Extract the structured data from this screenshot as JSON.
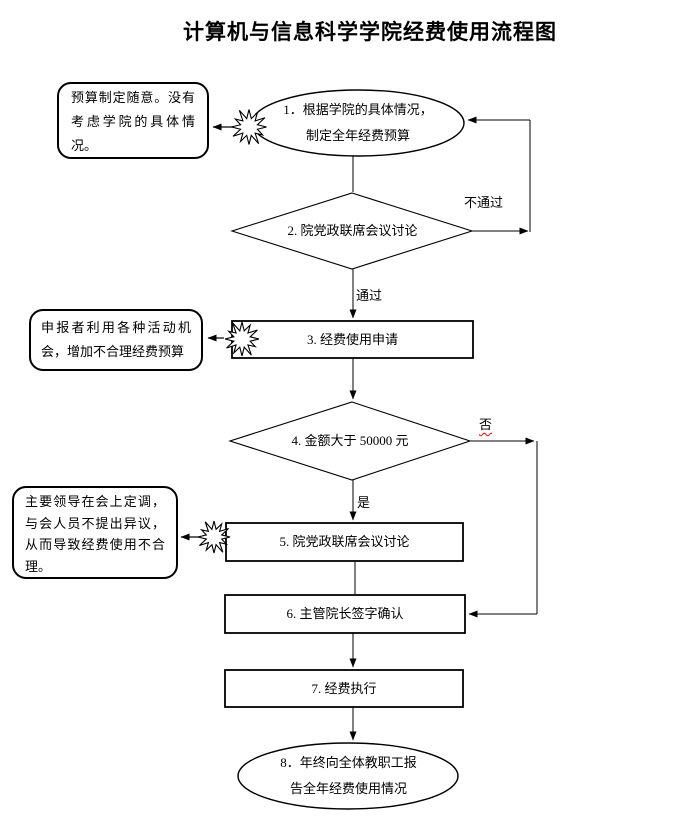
{
  "title": "计算机与信息科学学院经费使用流程图",
  "nodes": {
    "n1": {
      "type": "ellipse",
      "label": "1．根据学院的具体情况，制定全年经费预算"
    },
    "n2": {
      "type": "diamond",
      "label": "2. 院党政联席会议讨论"
    },
    "n3": {
      "type": "process",
      "label": "3. 经费使用申请"
    },
    "n4": {
      "type": "diamond",
      "label": "4. 金额大于 50000 元"
    },
    "n5": {
      "type": "process",
      "label": "5. 院党政联席会议讨论"
    },
    "n6": {
      "type": "process",
      "label": "6. 主管院长签字确认"
    },
    "n7": {
      "type": "process",
      "label": "7. 经费执行"
    },
    "n8": {
      "type": "ellipse",
      "label": "8．年终向全体教职工报告全年经费使用情况"
    }
  },
  "edges": [
    {
      "from": "n1",
      "to": "n2",
      "label": ""
    },
    {
      "from": "n2",
      "to": "n3",
      "label": "通过"
    },
    {
      "from": "n2",
      "to": "n1",
      "label": "不通过"
    },
    {
      "from": "n3",
      "to": "n4",
      "label": ""
    },
    {
      "from": "n4",
      "to": "n5",
      "label": "是"
    },
    {
      "from": "n4",
      "to": "n6",
      "label": "否"
    },
    {
      "from": "n5",
      "to": "n6",
      "label": ""
    },
    {
      "from": "n6",
      "to": "n7",
      "label": ""
    },
    {
      "from": "n7",
      "to": "n8",
      "label": ""
    }
  ],
  "callouts": [
    {
      "text": "预算制定随意。没有考虑学院的具体情况。",
      "points_to": "n1"
    },
    {
      "text": "申报者利用各种活动机会，增加不合理经费预算",
      "points_to": "n3"
    },
    {
      "text": "主要领导在会上定调，与会人员不提出异议，从而导致经费使用不合理。",
      "points_to": "n5"
    }
  ],
  "colors": {
    "line": "#000000",
    "shape_fill": "#ffffff",
    "text": "#000000",
    "spellcheck_underline": "#ff0000",
    "background": "#ffffff"
  }
}
